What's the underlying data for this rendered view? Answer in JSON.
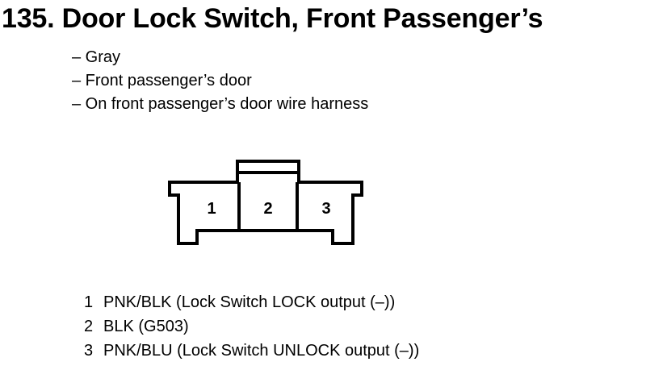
{
  "title": "135. Door Lock Switch, Front Passenger’s",
  "details": [
    "– Gray",
    "– Front passenger’s door",
    "– On front passenger’s door wire harness"
  ],
  "connector": {
    "cavities": [
      "1",
      "2",
      "3"
    ]
  },
  "pins": [
    {
      "num": "1",
      "desc": "PNK/BLK (Lock Switch LOCK output (–))"
    },
    {
      "num": "2",
      "desc": "BLK (G503)"
    },
    {
      "num": "3",
      "desc": "PNK/BLU (Lock Switch UNLOCK output (–))"
    }
  ]
}
